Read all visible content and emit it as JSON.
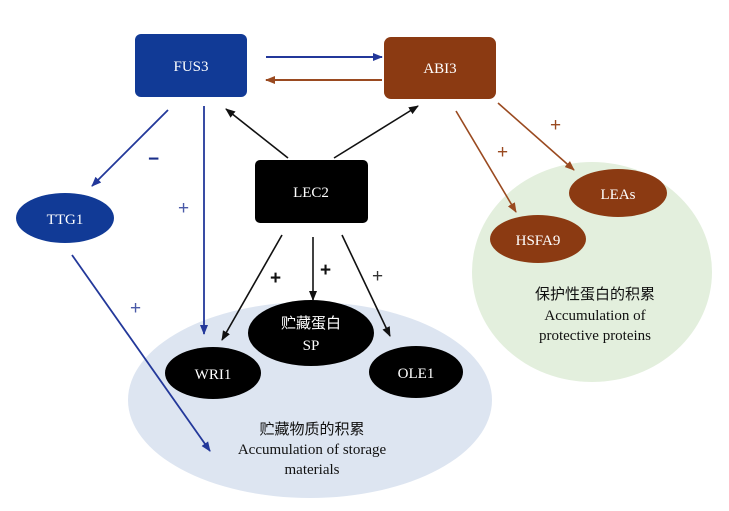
{
  "colors": {
    "fus3": "#113a96",
    "abi3": "#8b3a12",
    "lec2": "#000000",
    "storage_region": "#dde5f1",
    "protective_region": "#e3efdd",
    "blue_arrow": "#23389a",
    "brown_arrow": "#9a4a20",
    "black_arrow": "#111111"
  },
  "nodes": {
    "fus3": "FUS3",
    "abi3": "ABI3",
    "lec2": "LEC2",
    "ttg1": "TTG1",
    "wri1": "WRI1",
    "sp_zh": "贮藏蛋白",
    "sp": "SP",
    "ole1": "OLE1",
    "leas": "LEAs",
    "hsfa9": "HSFA9"
  },
  "regions": {
    "storage": {
      "label_zh": "贮藏物质的积累",
      "label_en_line1": "Accumulation of storage",
      "label_en_line2": "materials"
    },
    "protective": {
      "label_zh": "保护性蛋白的积累",
      "label_en_line1": "Accumulation of",
      "label_en_line2": "protective proteins"
    }
  },
  "signs": {
    "fus3_ttg1": "−",
    "fus3_wri1": "+",
    "ttg1_storage": "+",
    "lec2_wri1": "+",
    "lec2_sp": "+",
    "lec2_ole1": "+",
    "abi3_hsfa9": "+",
    "abi3_leas": "+"
  }
}
